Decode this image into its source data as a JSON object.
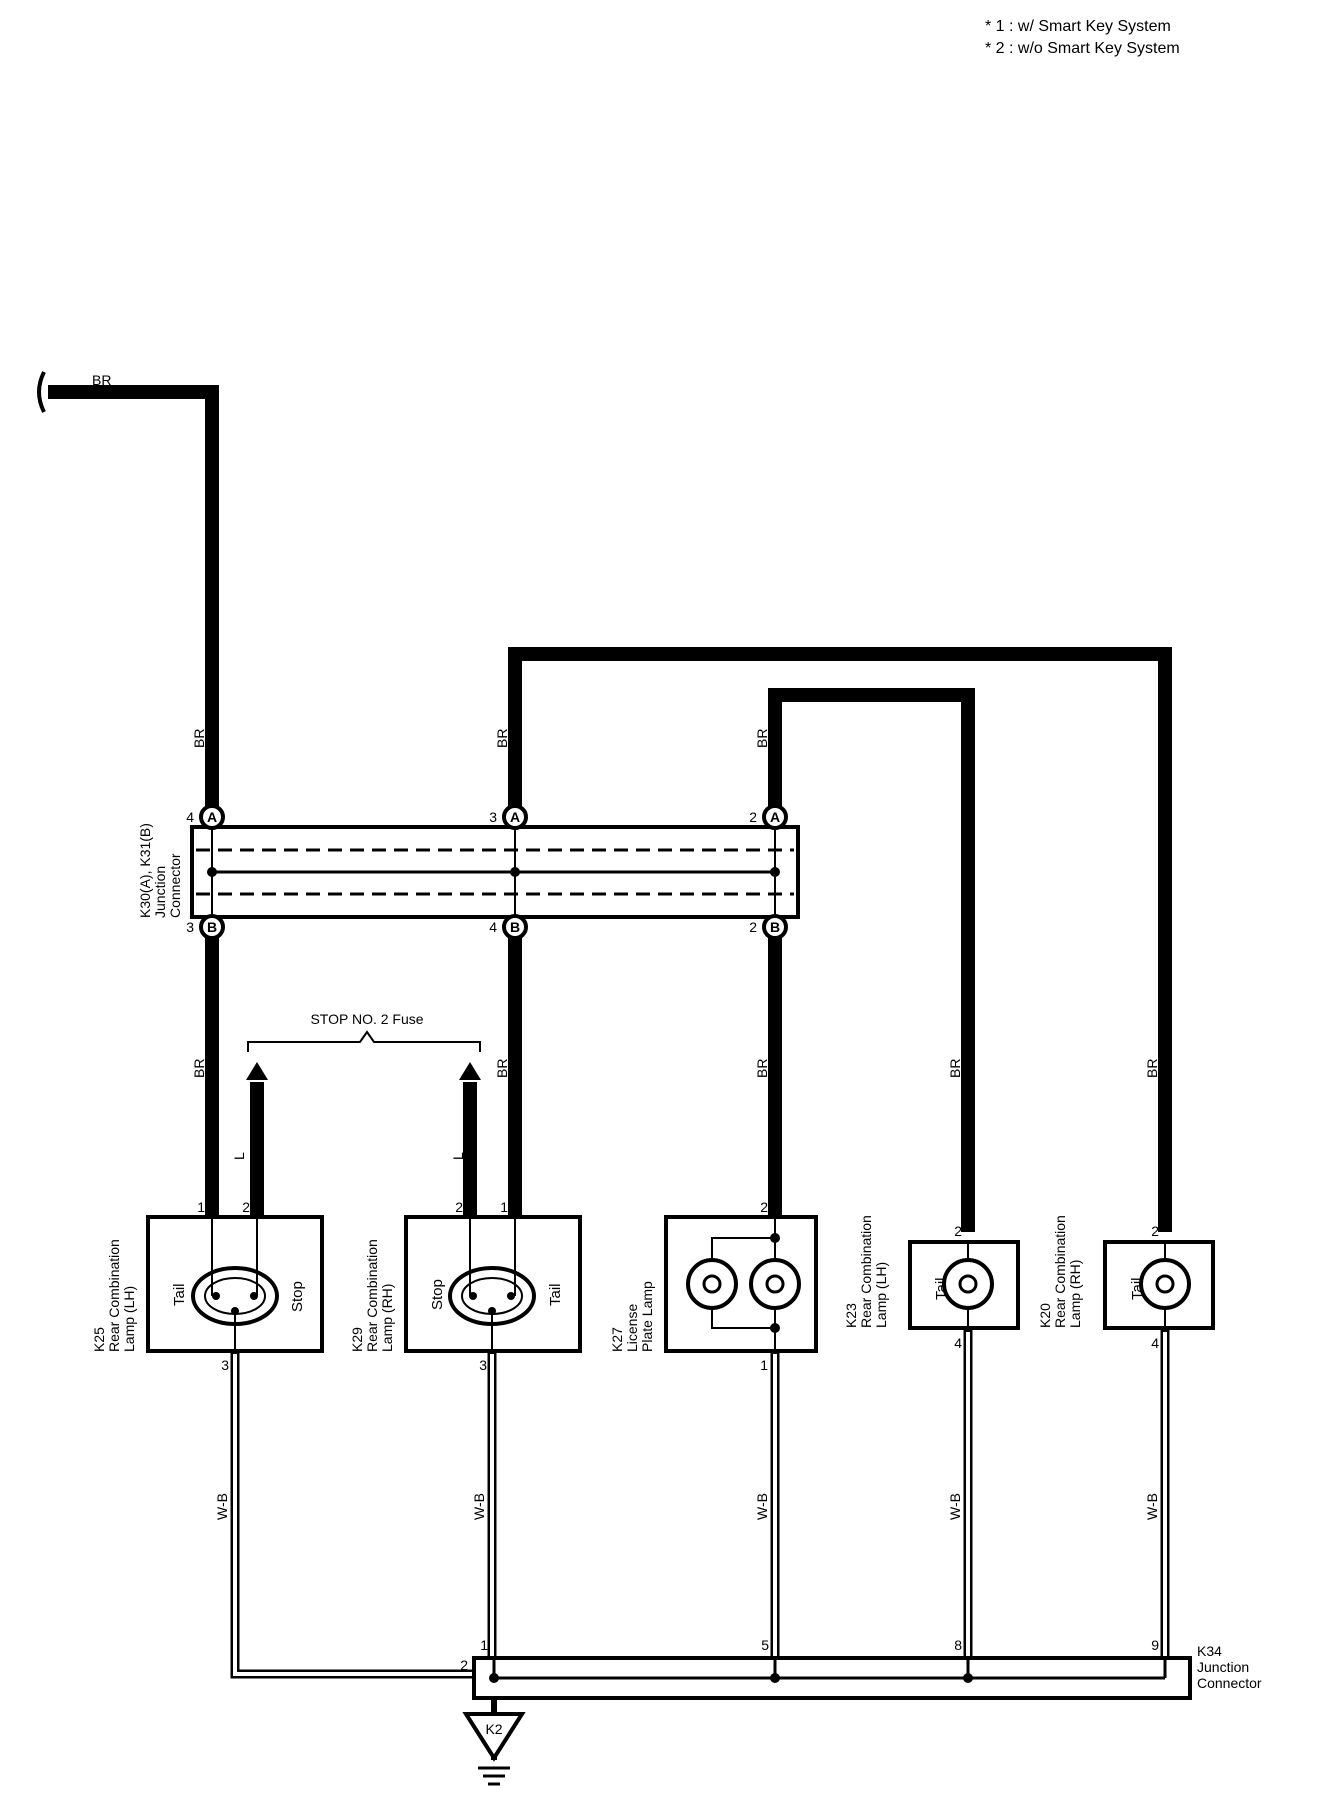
{
  "notes": [
    "* 1 : w/ Smart Key System",
    "* 2 : w/o Smart Key System"
  ],
  "colors": {
    "line": "#000000",
    "background": "#ffffff"
  },
  "wires": {
    "br": "BR",
    "l": "L",
    "wb": "W-B"
  },
  "fuse_label": "STOP NO. 2 Fuse",
  "junction_top": {
    "label_lines": [
      "K30(A), K31(B)",
      "Junction",
      "Connector"
    ],
    "letter_a": "A",
    "letter_b": "B",
    "pins_a": [
      "4",
      "3",
      "2"
    ],
    "pins_b": [
      "3",
      "4",
      "2"
    ]
  },
  "components": {
    "k25": {
      "label_lines": [
        "K25",
        "Rear Combination",
        "Lamp (LH)"
      ],
      "left_label": "Tail",
      "right_label": "Stop",
      "pin_top_1": "1",
      "pin_top_2": "2",
      "pin_bottom": "3"
    },
    "k29": {
      "label_lines": [
        "K29",
        "Rear Combination",
        "Lamp (RH)"
      ],
      "left_label": "Stop",
      "right_label": "Tail",
      "pin_top_1": "2",
      "pin_top_2": "1",
      "pin_bottom": "3"
    },
    "k27": {
      "label_lines": [
        "K27",
        "License",
        "Plate Lamp"
      ],
      "pin_top": "2",
      "pin_bottom": "1"
    },
    "k23": {
      "label_lines": [
        "K23",
        "Rear Combination",
        "Lamp (LH)"
      ],
      "bulb_label": "Tail",
      "pin_top": "2",
      "pin_bottom": "4"
    },
    "k20": {
      "label_lines": [
        "K20",
        "Rear Combination",
        "Lamp (RH)"
      ],
      "bulb_label": "Tail",
      "pin_top": "2",
      "pin_bottom": "4"
    }
  },
  "junction_bottom": {
    "label_lines": [
      "K34",
      "Junction",
      "Connector"
    ],
    "pins": [
      "2",
      "1",
      "5",
      "8",
      "9"
    ]
  },
  "ground": {
    "label": "K2"
  }
}
